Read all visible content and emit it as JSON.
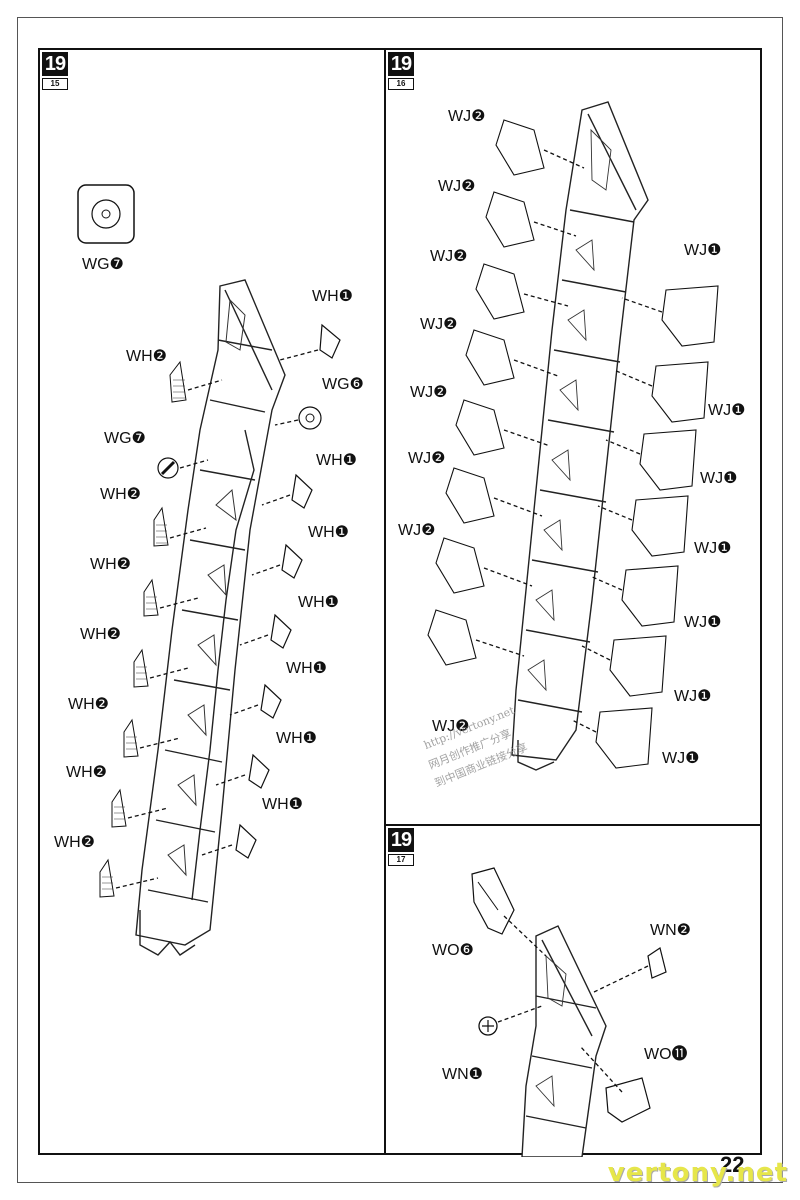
{
  "page": {
    "number": "22",
    "site": "vertony.net"
  },
  "watermark": {
    "line1": "http://vertony.net",
    "line2": "网月创作推广分享",
    "line3": "到中国商业链接分享"
  },
  "steps": [
    {
      "id": "15",
      "number": "19",
      "sub": "15"
    },
    {
      "id": "16",
      "number": "19",
      "sub": "16"
    },
    {
      "id": "17",
      "number": "19",
      "sub": "17"
    }
  ],
  "labels": {
    "wg7": "WG❼",
    "wg6": "WG❻",
    "wh1": "WH❶",
    "wh2": "WH❷",
    "wj1": "WJ❶",
    "wj2": "WJ❷",
    "wo6": "WO❻",
    "wo11": "WO⓫",
    "wn1": "WN❶",
    "wn2": "WN❷"
  }
}
